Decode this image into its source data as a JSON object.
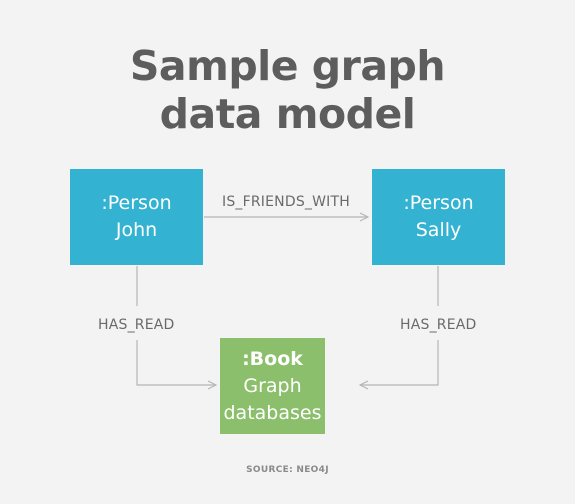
{
  "title": {
    "line1": "Sample graph",
    "line2": "data model"
  },
  "nodes": {
    "john": {
      "type": ":Person",
      "name": "John"
    },
    "sally": {
      "type": ":Person",
      "name": "Sally"
    },
    "book": {
      "type": ":Book",
      "name_line1": "Graph",
      "name_line2": "databases"
    }
  },
  "edges": {
    "friends": "IS_FRIENDS_WITH",
    "john_read": "HAS_READ",
    "sally_read": "HAS_READ"
  },
  "source": "SOURCE: NEO4J",
  "colors": {
    "background": "#f3f3f3",
    "person": "#33b3d1",
    "book": "#8bbf6b",
    "title": "#5d5d5d",
    "edge": "#b5b5b5"
  }
}
